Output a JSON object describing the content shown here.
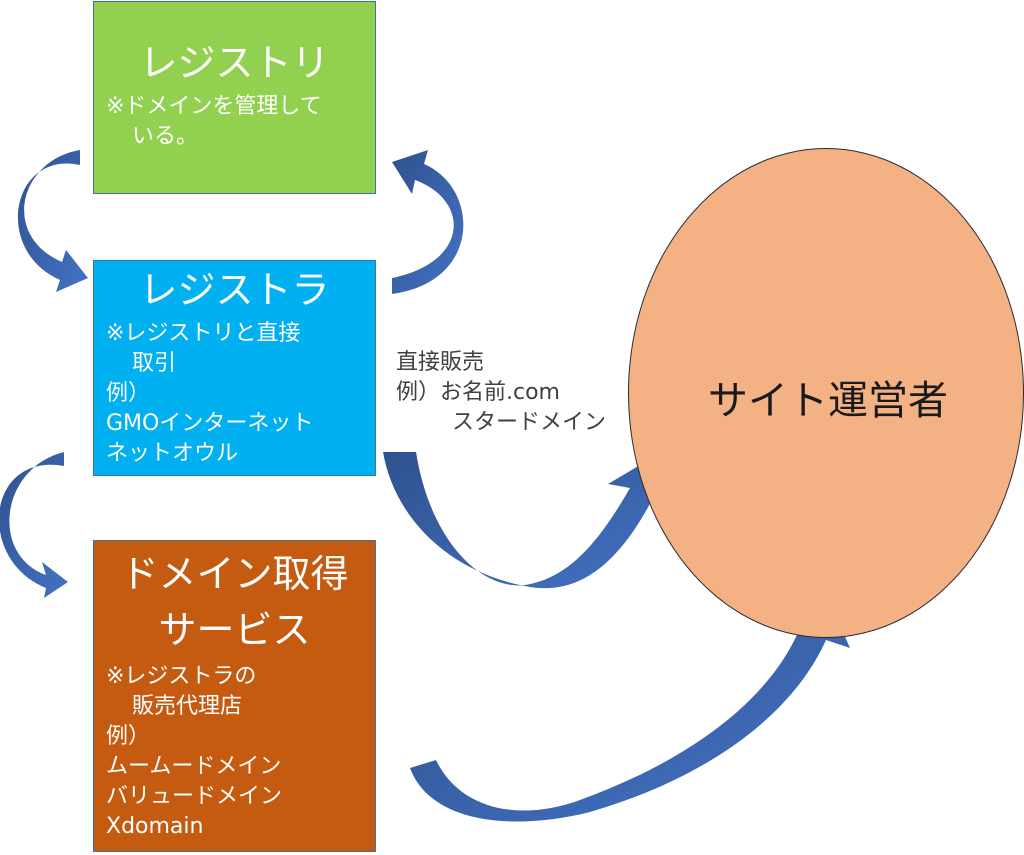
{
  "registry": {
    "title": "レジストリ",
    "note_line1": "※ドメインを管理して",
    "note_line2": "いる。",
    "color": "#92d050"
  },
  "registrar": {
    "title": "レジストラ",
    "note_line1": "※レジストリと直接",
    "note_line2": "取引",
    "example_label": "例）",
    "examples": [
      "GMOインターネット",
      "ネットオウル"
    ],
    "color": "#00b0f0"
  },
  "reseller": {
    "title_line1": "ドメイン取得",
    "title_line2": "サービス",
    "note_line1": "※レジストラの",
    "note_line2": "販売代理店",
    "example_label": "例）",
    "examples": [
      "ムームードメイン",
      "バリュードメイン",
      "Xdomain"
    ],
    "color": "#c55a11"
  },
  "direct_sale": {
    "line1": "直接販売",
    "line2": "例）お名前.com",
    "line3": "スタードメイン"
  },
  "operator": {
    "label": "サイト運営者",
    "color": "#f4b183"
  },
  "arrow_color": "#4472c4"
}
